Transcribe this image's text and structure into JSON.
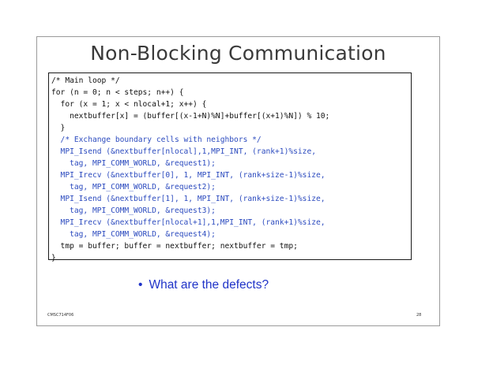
{
  "slide": {
    "title": "Non-Blocking Communication",
    "code_lines": [
      {
        "text": "/* Main loop */",
        "color": "black"
      },
      {
        "text": "for (n = 0; n < steps; n++) {",
        "color": "black"
      },
      {
        "text": "  for (x = 1; x < nlocal+1; x++) {",
        "color": "black"
      },
      {
        "text": "    nextbuffer[x] = (buffer[(x-1+N)%N]+buffer[(x+1)%N]) % 10;",
        "color": "black"
      },
      {
        "text": "  }",
        "color": "black"
      },
      {
        "text": "  /* Exchange boundary cells with neighbors */",
        "color": "blue"
      },
      {
        "text": "  MPI_Isend (&nextbuffer[nlocal],1,MPI_INT, (rank+1)%size,",
        "color": "blue"
      },
      {
        "text": "    tag, MPI_COMM_WORLD, &request1);",
        "color": "blue"
      },
      {
        "text": "  MPI_Irecv (&nextbuffer[0], 1, MPI_INT, (rank+size-1)%size,",
        "color": "blue"
      },
      {
        "text": "    tag, MPI_COMM_WORLD, &request2);",
        "color": "blue"
      },
      {
        "text": "  MPI_Isend (&nextbuffer[1], 1, MPI_INT, (rank+size-1)%size,",
        "color": "blue"
      },
      {
        "text": "    tag, MPI_COMM_WORLD, &request3);",
        "color": "blue"
      },
      {
        "text": "  MPI_Irecv (&nextbuffer[nlocal+1],1,MPI_INT, (rank+1)%size,",
        "color": "blue"
      },
      {
        "text": "    tag, MPI_COMM_WORLD, &request4);",
        "color": "blue"
      },
      {
        "text": "  tmp = buffer; buffer = nextbuffer; nextbuffer = tmp;",
        "color": "black"
      },
      {
        "text": "}",
        "color": "black"
      }
    ],
    "bullet": {
      "marker": "•",
      "text": "What are the defects?"
    },
    "footer": {
      "left": "CMSC714F06",
      "right": "28"
    }
  },
  "colors": {
    "code_black": "#111111",
    "code_blue": "#2c4bbf",
    "bullet_blue": "#1f33c8",
    "title_gray": "#3a3a3a"
  }
}
